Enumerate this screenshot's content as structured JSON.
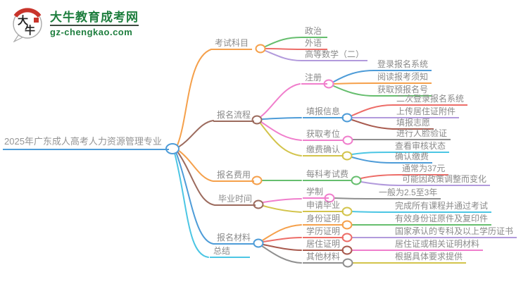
{
  "logo": {
    "brand": "大牛教育成考网",
    "domain": "gz-chengkao.com",
    "icon_text": "大牛",
    "brand_color": "#1E7E3E",
    "seal_color": "#C8342B"
  },
  "palette": {
    "orange": "#F5A04B",
    "green": "#66BE6E",
    "red": "#ED6D68",
    "purple": "#B29ADC",
    "brown": "#9C6B5E",
    "dark_red_brown": "#A85A4E",
    "pink": "#F07ECC",
    "blue": "#4E9CD8",
    "cyan": "#4CC6E4",
    "yellow": "#D3C44C",
    "gray": "#8F8F8F",
    "text": "#8A8A8A"
  },
  "mindmap": {
    "root": {
      "label": "2025年广东成人高考人力资源管理专业"
    },
    "branches": [
      {
        "label": "考试科目",
        "children": [
          {
            "label": "政治"
          },
          {
            "label": "外语"
          },
          {
            "label": "高等数学（二）"
          }
        ]
      },
      {
        "label": "报名流程",
        "children": [
          {
            "label": "注册",
            "children": [
              {
                "label": "登录报名系统"
              },
              {
                "label": "阅读报考须知"
              },
              {
                "label": "获取预报名号"
              }
            ]
          },
          {
            "label": "填报信息",
            "children": [
              {
                "label": "二次登录报名系统"
              },
              {
                "label": "上传居住证附件"
              },
              {
                "label": "填报志愿"
              }
            ]
          },
          {
            "label": "获取考位",
            "children": [
              {
                "label": "进行人脸验证"
              }
            ]
          },
          {
            "label": "缴费确认",
            "children": [
              {
                "label": "查看审核状态"
              },
              {
                "label": "确认缴费"
              }
            ]
          }
        ]
      },
      {
        "label": "报名费用",
        "children": [
          {
            "label": "每科考试费",
            "children": [
              {
                "label": "通常为37元"
              },
              {
                "label": "可能因政策调整而变化"
              }
            ]
          }
        ]
      },
      {
        "label": "毕业时间",
        "children": [
          {
            "label": "学制",
            "children": [
              {
                "label": "一般为2.5至3年"
              }
            ]
          },
          {
            "label": "申请毕业",
            "children": [
              {
                "label": "完成所有课程并通过考试"
              }
            ]
          }
        ]
      },
      {
        "label": "报名材料",
        "children": [
          {
            "label": "身份证明",
            "children": [
              {
                "label": "有效身份证原件及复印件"
              }
            ]
          },
          {
            "label": "学历证明",
            "children": [
              {
                "label": "国家承认的专科及以上学历证书"
              }
            ]
          },
          {
            "label": "居住证明",
            "children": [
              {
                "label": "居住证或相关证明材料"
              }
            ]
          },
          {
            "label": "其他材料",
            "children": [
              {
                "label": "根据具体要求提供"
              }
            ]
          }
        ]
      },
      {
        "label": "总结",
        "children": []
      }
    ]
  }
}
